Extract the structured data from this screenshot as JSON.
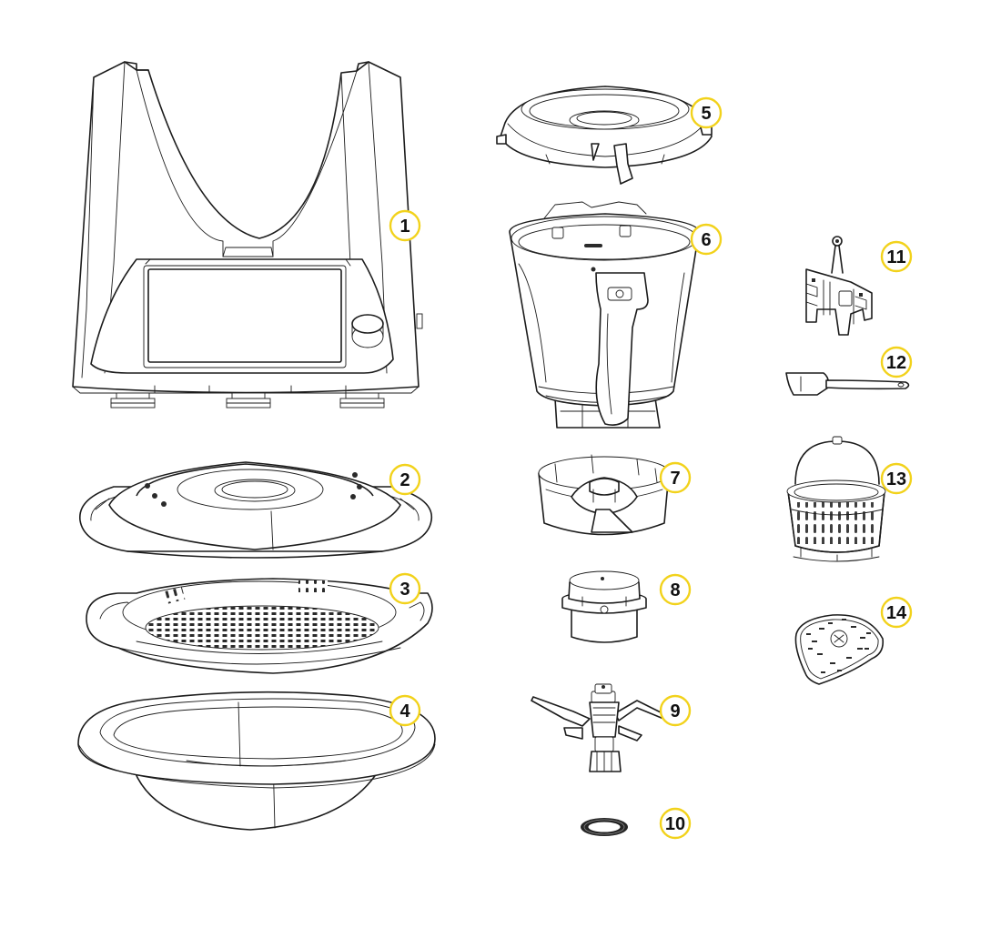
{
  "diagram": {
    "accent_color": "#f2d21b",
    "line_color": "#1c1c1c",
    "callouts": [
      {
        "label": "1",
        "part": "base-unit"
      },
      {
        "label": "2",
        "part": "varoma-lid"
      },
      {
        "label": "3",
        "part": "varoma-tray"
      },
      {
        "label": "4",
        "part": "varoma-dish"
      },
      {
        "label": "5",
        "part": "mixing-bowl-lid"
      },
      {
        "label": "6",
        "part": "mixing-bowl"
      },
      {
        "label": "7",
        "part": "bowl-base"
      },
      {
        "label": "8",
        "part": "measuring-cup"
      },
      {
        "label": "9",
        "part": "mixing-knife"
      },
      {
        "label": "10",
        "part": "sealing-ring"
      },
      {
        "label": "11",
        "part": "butterfly-whisk"
      },
      {
        "label": "12",
        "part": "spatula"
      },
      {
        "label": "13",
        "part": "simmering-basket"
      },
      {
        "label": "14",
        "part": "splash-guard"
      }
    ]
  }
}
